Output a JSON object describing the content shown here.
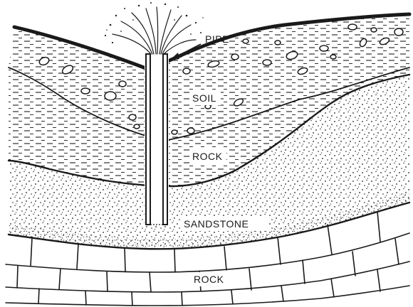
{
  "diagram": {
    "labels": {
      "pipe": "PIPE",
      "soil": "SOIL",
      "rock_upper": "ROCK",
      "sandstone": "SANDSTONE",
      "rock_lower": "ROCK"
    },
    "colors": {
      "ink": "#1a1a1a",
      "paper": "#ffffff"
    }
  }
}
